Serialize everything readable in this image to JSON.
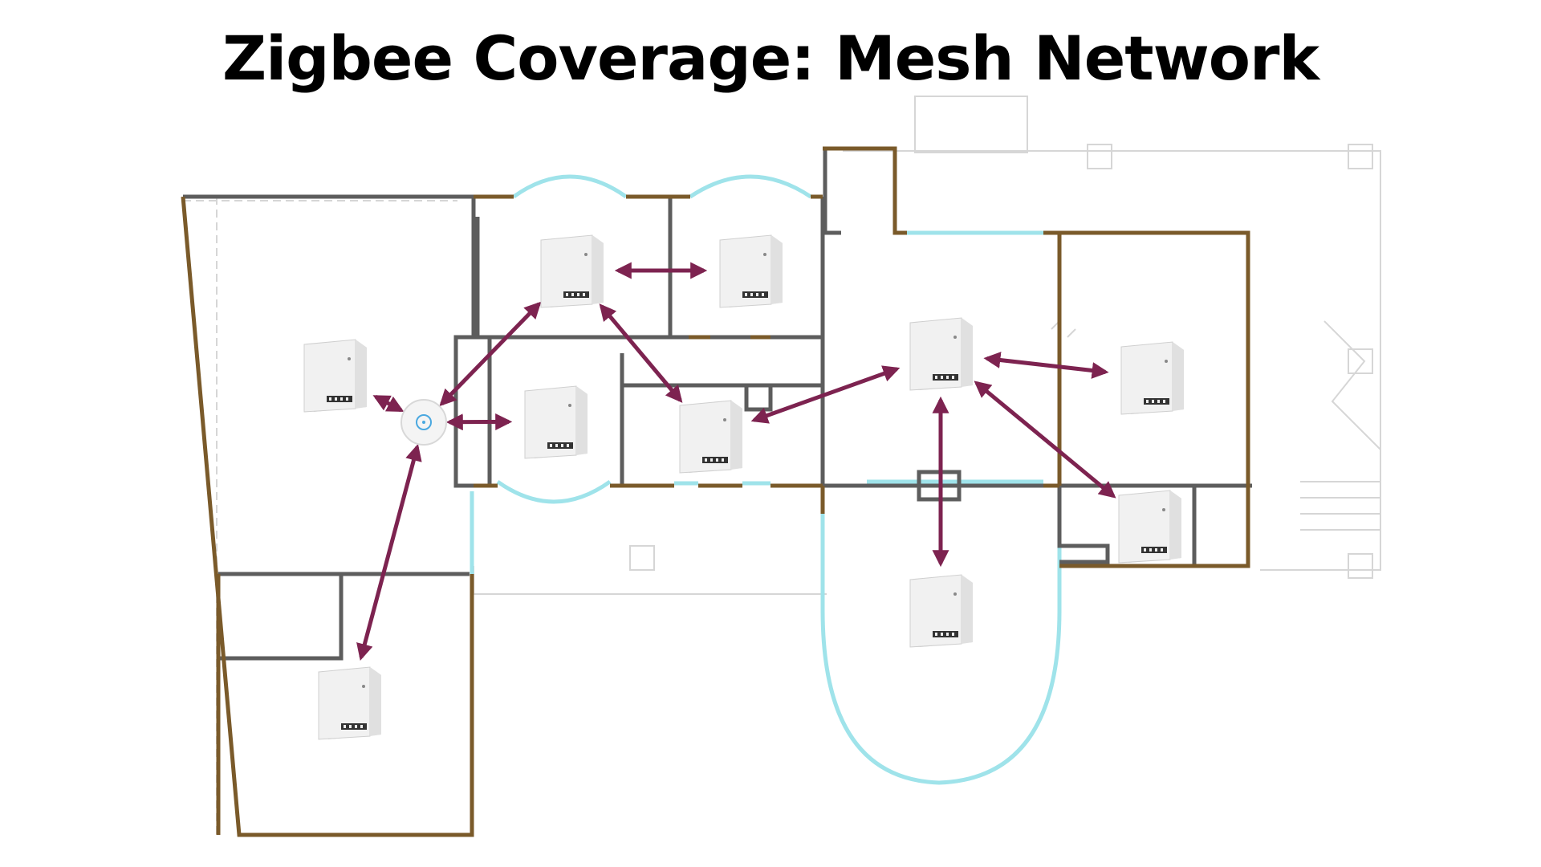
{
  "title": "Zigbee Coverage: Mesh Network",
  "colors": {
    "arrow": "#7d2350",
    "wall_wood": "#7a5a2a",
    "wall_gray": "#5d5d5d",
    "window": "#9fe3ea",
    "outline": "#cfcfcf",
    "device": "#ececec"
  },
  "icons": {
    "hub": "zigbee-hub-icon",
    "device": "smart-switch-icon"
  },
  "nodes": [
    {
      "id": "hub"
    },
    {
      "id": "left-room"
    },
    {
      "id": "bottom-left-room"
    },
    {
      "id": "top-center-1"
    },
    {
      "id": "top-center-2"
    },
    {
      "id": "mid-center"
    },
    {
      "id": "hall"
    },
    {
      "id": "right-center"
    },
    {
      "id": "right-room"
    },
    {
      "id": "right-bottom"
    },
    {
      "id": "bottom-rotunda"
    }
  ],
  "links": [
    [
      "left-room",
      "hub"
    ],
    [
      "hub",
      "top-center-1"
    ],
    [
      "hub",
      "mid-center"
    ],
    [
      "hub",
      "bottom-left-room"
    ],
    [
      "top-center-1",
      "top-center-2"
    ],
    [
      "top-center-1",
      "hall"
    ],
    [
      "hall",
      "right-center"
    ],
    [
      "right-center",
      "right-room"
    ],
    [
      "right-center",
      "right-bottom"
    ],
    [
      "right-center",
      "bottom-rotunda"
    ]
  ]
}
